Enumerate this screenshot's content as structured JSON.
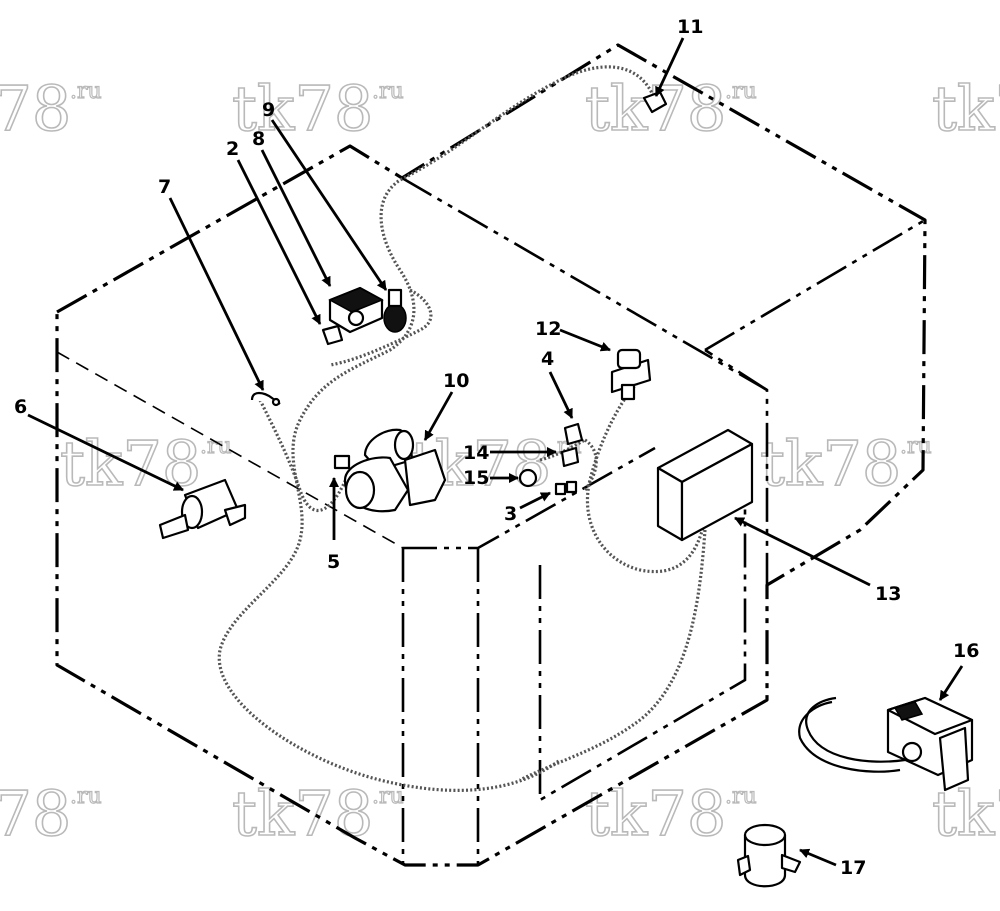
{
  "watermark": {
    "main": "tk78",
    "suffix": ".ru"
  },
  "callouts": [
    {
      "id": "c1",
      "text": "2"
    },
    {
      "id": "c2",
      "text": "8"
    },
    {
      "id": "c3",
      "text": "9"
    },
    {
      "id": "c4",
      "text": "7"
    },
    {
      "id": "c5",
      "text": "11"
    },
    {
      "id": "c6",
      "text": "12"
    },
    {
      "id": "c7",
      "text": "4"
    },
    {
      "id": "c8",
      "text": "10"
    },
    {
      "id": "c9",
      "text": "6"
    },
    {
      "id": "c10",
      "text": "14"
    },
    {
      "id": "c11",
      "text": "15"
    },
    {
      "id": "c12",
      "text": "3"
    },
    {
      "id": "c13",
      "text": "5"
    },
    {
      "id": "c14",
      "text": "13"
    },
    {
      "id": "c15",
      "text": "16"
    },
    {
      "id": "c16",
      "text": "17"
    }
  ]
}
